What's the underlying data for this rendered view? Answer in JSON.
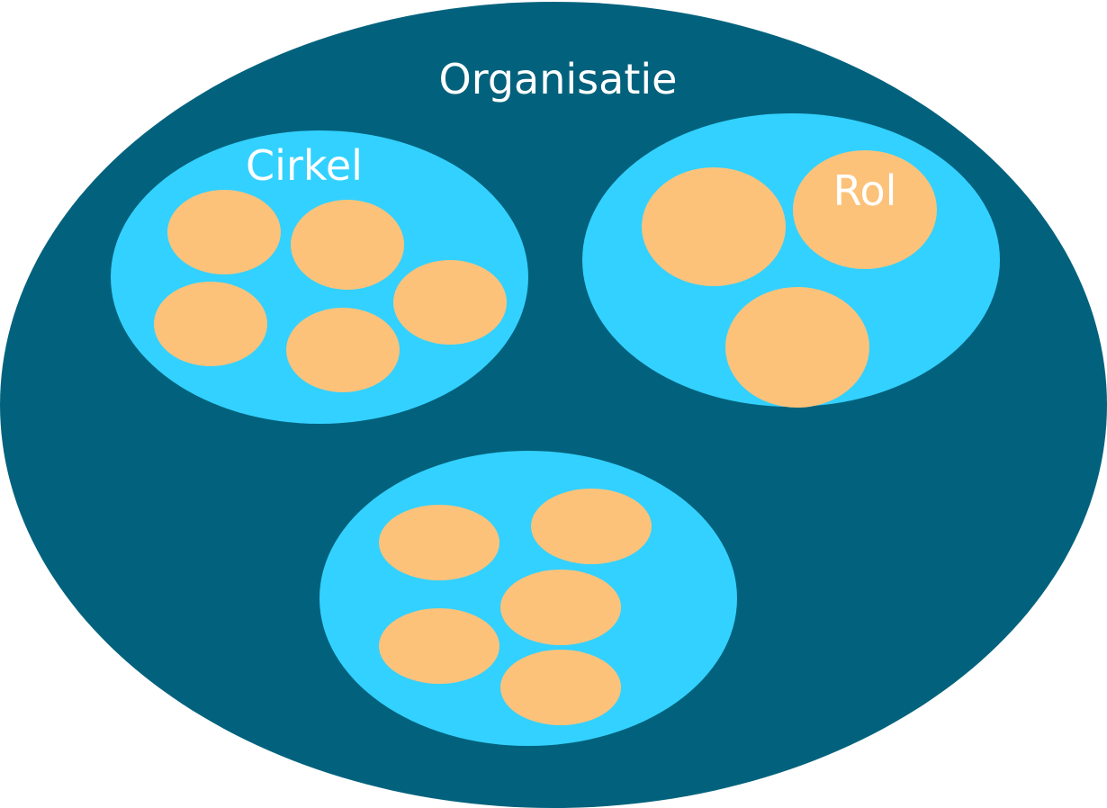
{
  "colors": {
    "organisation": "#02627d",
    "circle": "#33d1ff",
    "role": "#fcc27a",
    "label": "#ffffff"
  },
  "labels": {
    "organisation": "Organisatie",
    "circle": "Cirkel",
    "role": "Rol"
  },
  "circles": [
    {
      "label_key": "circle",
      "role_count": 5
    },
    {
      "label_key": "",
      "role_count": 3
    },
    {
      "label_key": "",
      "role_count": 5
    }
  ]
}
